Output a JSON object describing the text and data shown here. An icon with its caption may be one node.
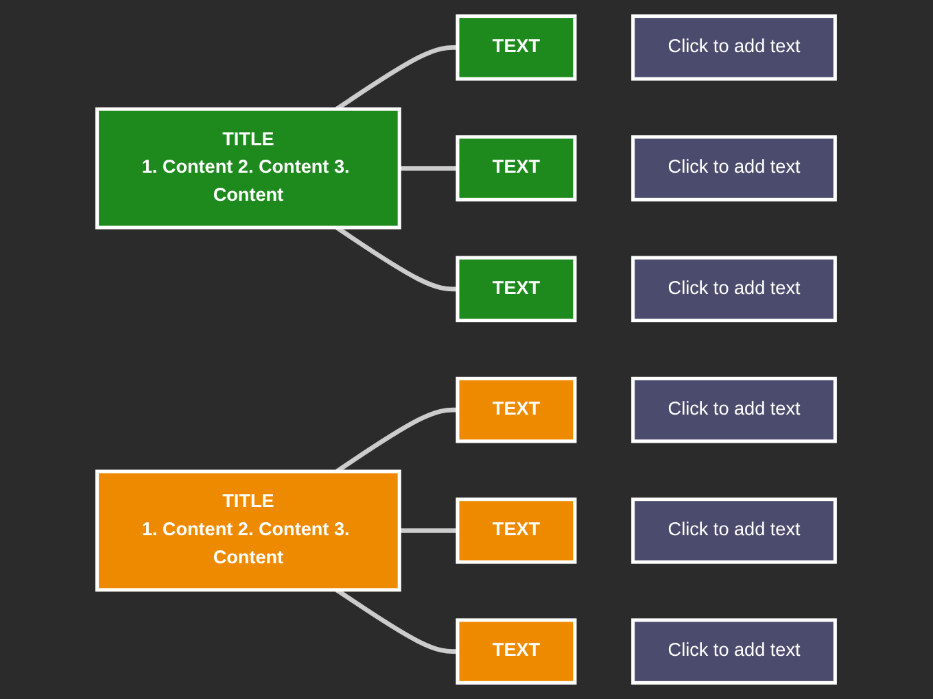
{
  "diagram": {
    "nodes": [
      {
        "text": [
          "TITLE",
          "1. Content 2. Content 3. Content"
        ]
      },
      {
        "text": [
          "TEXT"
        ]
      },
      {
        "text": [
          "Click to add text"
        ]
      },
      {
        "text": [
          "TEXT"
        ]
      },
      {
        "text": [
          "Click to add text"
        ]
      },
      {
        "text": [
          "TEXT"
        ]
      },
      {
        "text": [
          "Click to add text"
        ]
      },
      {
        "text": [
          "TITLE",
          "1. Content 2. Content 3. Content"
        ]
      },
      {
        "text": [
          "TEXT"
        ]
      },
      {
        "text": [
          "Click to add text"
        ]
      },
      {
        "text": [
          "TEXT"
        ]
      },
      {
        "text": [
          "Click to add text"
        ]
      },
      {
        "text": [
          "TEXT"
        ]
      },
      {
        "text": [
          "Click to add text"
        ]
      }
    ],
    "edges": [
      {
        "from": 0,
        "to": 1,
        "arrow": "none"
      },
      {
        "from": 0,
        "to": 3,
        "arrow": "none"
      },
      {
        "from": 0,
        "to": 5,
        "arrow": "none"
      },
      {
        "from": 7,
        "to": 8,
        "arrow": "none"
      },
      {
        "from": 7,
        "to": 10,
        "arrow": "none"
      },
      {
        "from": 7,
        "to": 12,
        "arrow": "none"
      }
    ]
  }
}
